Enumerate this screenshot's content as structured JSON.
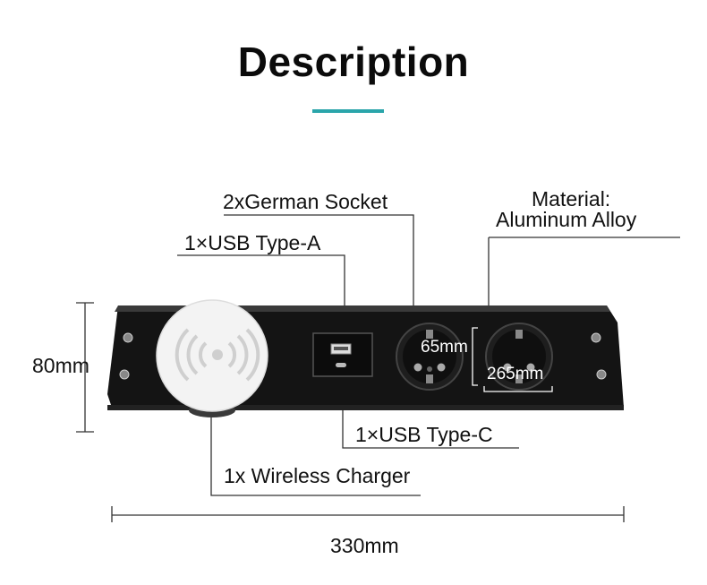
{
  "title": "Description",
  "accent_color": "#2aa5aa",
  "panel_color": "#141414",
  "labels": {
    "german_socket": "2xGerman Socket",
    "material_line1": "Material:",
    "material_line2": "Aluminum Alloy",
    "usb_a": "1×USB Type-A",
    "usb_c": "1×USB Type-C",
    "wireless": "1x Wireless Charger"
  },
  "dimensions": {
    "height": "80mm",
    "width": "330mm",
    "socket_height": "65mm",
    "socket_width": "265mm"
  },
  "icons": {
    "wireless_charger": "wireless-charging-icon",
    "usb_a_port": "usb-a-port-icon",
    "usb_c_port": "usb-c-port-icon",
    "socket": "german-socket-icon"
  }
}
